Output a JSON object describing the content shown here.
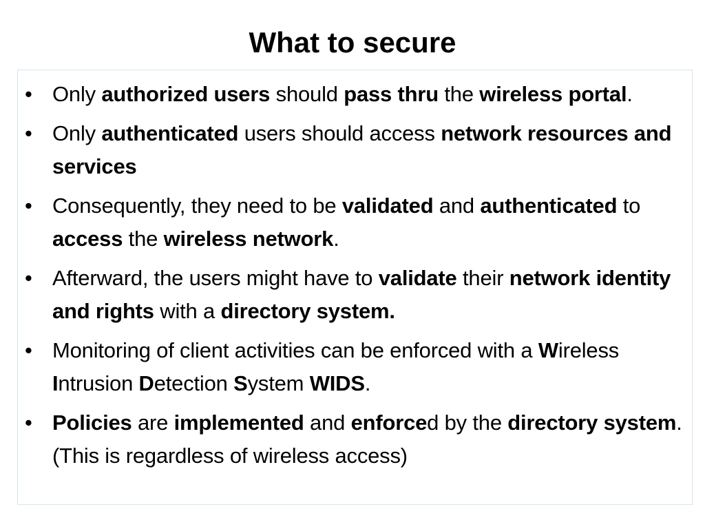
{
  "slide": {
    "title": "What to secure",
    "bullet_symbol": "•",
    "bullets": [
      {
        "segments": [
          {
            "text": "Only ",
            "bold": false
          },
          {
            "text": "authorized users",
            "bold": true
          },
          {
            "text": " should ",
            "bold": false
          },
          {
            "text": "pass thru",
            "bold": true
          },
          {
            "text": " the ",
            "bold": false
          },
          {
            "text": "wireless portal",
            "bold": true
          },
          {
            "text": ".",
            "bold": false
          }
        ]
      },
      {
        "segments": [
          {
            "text": "Only ",
            "bold": false
          },
          {
            "text": "authenticated",
            "bold": true
          },
          {
            "text": " users should access ",
            "bold": false
          },
          {
            "text": "network resources and services",
            "bold": true
          }
        ]
      },
      {
        "segments": [
          {
            "text": "Consequently, they need to be ",
            "bold": false
          },
          {
            "text": "validated",
            "bold": true
          },
          {
            "text": " and ",
            "bold": false
          },
          {
            "text": "authenticated",
            "bold": true
          },
          {
            "text": " to ",
            "bold": false
          },
          {
            "text": "access",
            "bold": true
          },
          {
            "text": " the ",
            "bold": false
          },
          {
            "text": "wireless network",
            "bold": true
          },
          {
            "text": ".",
            "bold": false
          }
        ]
      },
      {
        "segments": [
          {
            "text": "Afterward, the users might have to ",
            "bold": false
          },
          {
            "text": "validate",
            "bold": true
          },
          {
            "text": " their ",
            "bold": false
          },
          {
            "text": "network identity and rights",
            "bold": true
          },
          {
            "text": " with a ",
            "bold": false
          },
          {
            "text": "directory system.",
            "bold": true
          }
        ]
      },
      {
        "segments": [
          {
            "text": "Monitoring of client activities can be enforced with a ",
            "bold": false
          },
          {
            "text": "W",
            "bold": true
          },
          {
            "text": "ireless ",
            "bold": false
          },
          {
            "text": "I",
            "bold": true
          },
          {
            "text": "ntrusion ",
            "bold": false
          },
          {
            "text": "D",
            "bold": true
          },
          {
            "text": "etection ",
            "bold": false
          },
          {
            "text": "S",
            "bold": true
          },
          {
            "text": "ystem ",
            "bold": false
          },
          {
            "text": "WIDS",
            "bold": true
          },
          {
            "text": ".",
            "bold": false
          }
        ]
      },
      {
        "segments": [
          {
            "text": "Policies",
            "bold": true
          },
          {
            "text": " are ",
            "bold": false
          },
          {
            "text": "implemented",
            "bold": true
          },
          {
            "text": " and ",
            "bold": false
          },
          {
            "text": "enforce",
            "bold": true
          },
          {
            "text": "d by the ",
            "bold": false
          },
          {
            "text": "directory system",
            "bold": true
          },
          {
            "text": ". (This is regardless of wireless access)",
            "bold": false
          }
        ]
      }
    ]
  }
}
